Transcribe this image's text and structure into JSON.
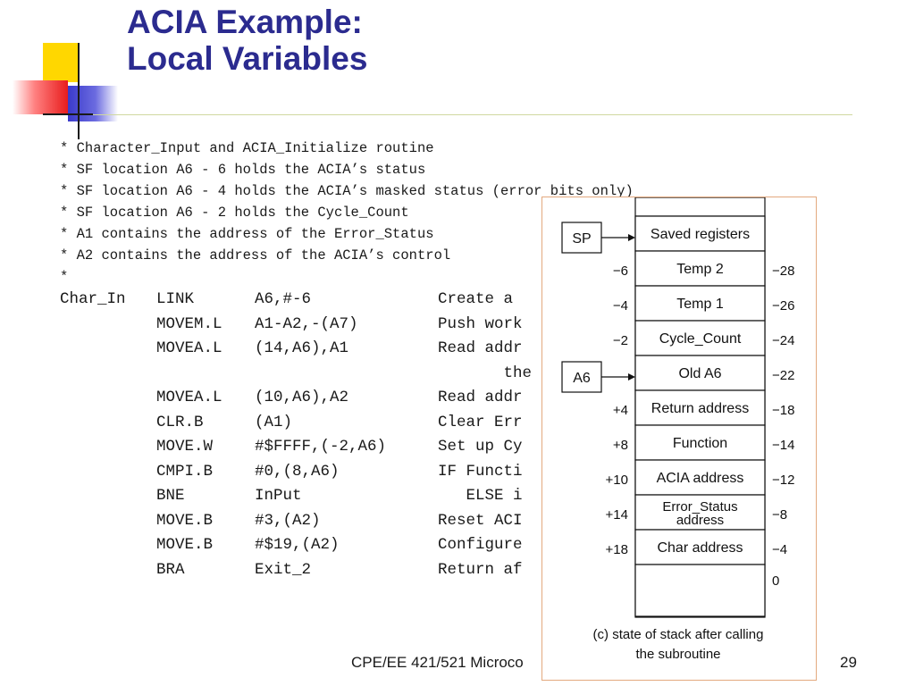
{
  "title": {
    "line1": "ACIA Example:",
    "line2": "Local Variables"
  },
  "comments": [
    "* Character_Input and ACIA_Initialize routine",
    "* SF location A6 - 6 holds the ACIA’s status",
    "* SF location A6 - 4 holds the ACIA’s masked status (error bits only)",
    "* SF location A6 - 2 holds the Cycle_Count",
    "* A1 contains the address of the Error_Status",
    "* A2 contains the address of the ACIA’s control",
    "*"
  ],
  "code": [
    {
      "label": "Char_In",
      "op": "LINK",
      "arg": "A6,#-6",
      "desc": "Create a                    words"
    },
    {
      "label": "",
      "op": "MOVEM.L",
      "arg": "A1-A2,-(A7)",
      "desc": "Push work                   tack"
    },
    {
      "label": "",
      "op": "MOVEA.L",
      "arg": "(14,A6),A1",
      "desc": "Read addr                   om"
    },
    {
      "label": "",
      "op": "",
      "arg": "",
      "desc": "       the"
    },
    {
      "label": "",
      "op": "MOVEA.L",
      "arg": "(10,A6),A2",
      "desc": "Read addr                   tack"
    },
    {
      "label": "",
      "op": "CLR.B",
      "arg": "(A1)",
      "desc": "Clear Err"
    },
    {
      "label": "",
      "op": "MOVE.W",
      "arg": "#$FFFF,(-2,A6)",
      "desc": "Set up Cy"
    },
    {
      "label": "",
      "op": "CMPI.B",
      "arg": "#0,(8,A6)",
      "desc": "IF Functi                   nput"
    },
    {
      "label": "",
      "op": "BNE",
      "arg": "InPut",
      "desc": "   ELSE i"
    },
    {
      "label": "",
      "op": "MOVE.B",
      "arg": "#3,(A2)",
      "desc": "Reset ACI"
    },
    {
      "label": "",
      "op": "MOVE.B",
      "arg": "#$19,(A2)",
      "desc": "Configure"
    },
    {
      "label": "",
      "op": "BRA",
      "arg": "Exit_2",
      "desc": "Return af"
    }
  ],
  "footer": {
    "course": "CPE/EE 421/521 Microco",
    "page": "29"
  },
  "figure": {
    "pointers": [
      "SP",
      "A6"
    ],
    "cells": [
      {
        "label": "Saved registers",
        "left": "",
        "right": ""
      },
      {
        "label": "Temp 2",
        "left": "−6",
        "right": "−28"
      },
      {
        "label": "Temp 1",
        "left": "−4",
        "right": "−26"
      },
      {
        "label": "Cycle_Count",
        "left": "−2",
        "right": "−24"
      },
      {
        "label": "Old A6",
        "left": "",
        "right": "−22"
      },
      {
        "label": "Return address",
        "left": "+4",
        "right": "−18"
      },
      {
        "label": "Function",
        "left": "+8",
        "right": "−14"
      },
      {
        "label": "ACIA address",
        "left": "+10",
        "right": "−12"
      },
      {
        "label": "Error_Status address",
        "label_line1": "Error_Status",
        "label_line2": "address",
        "left": "+14",
        "right": "−8"
      },
      {
        "label": "Char address",
        "left": "+18",
        "right": "−4"
      },
      {
        "label": "",
        "left": "",
        "right": "0"
      }
    ],
    "caption_line1": "(c) state of stack after calling",
    "caption_line2": "the subroutine"
  }
}
